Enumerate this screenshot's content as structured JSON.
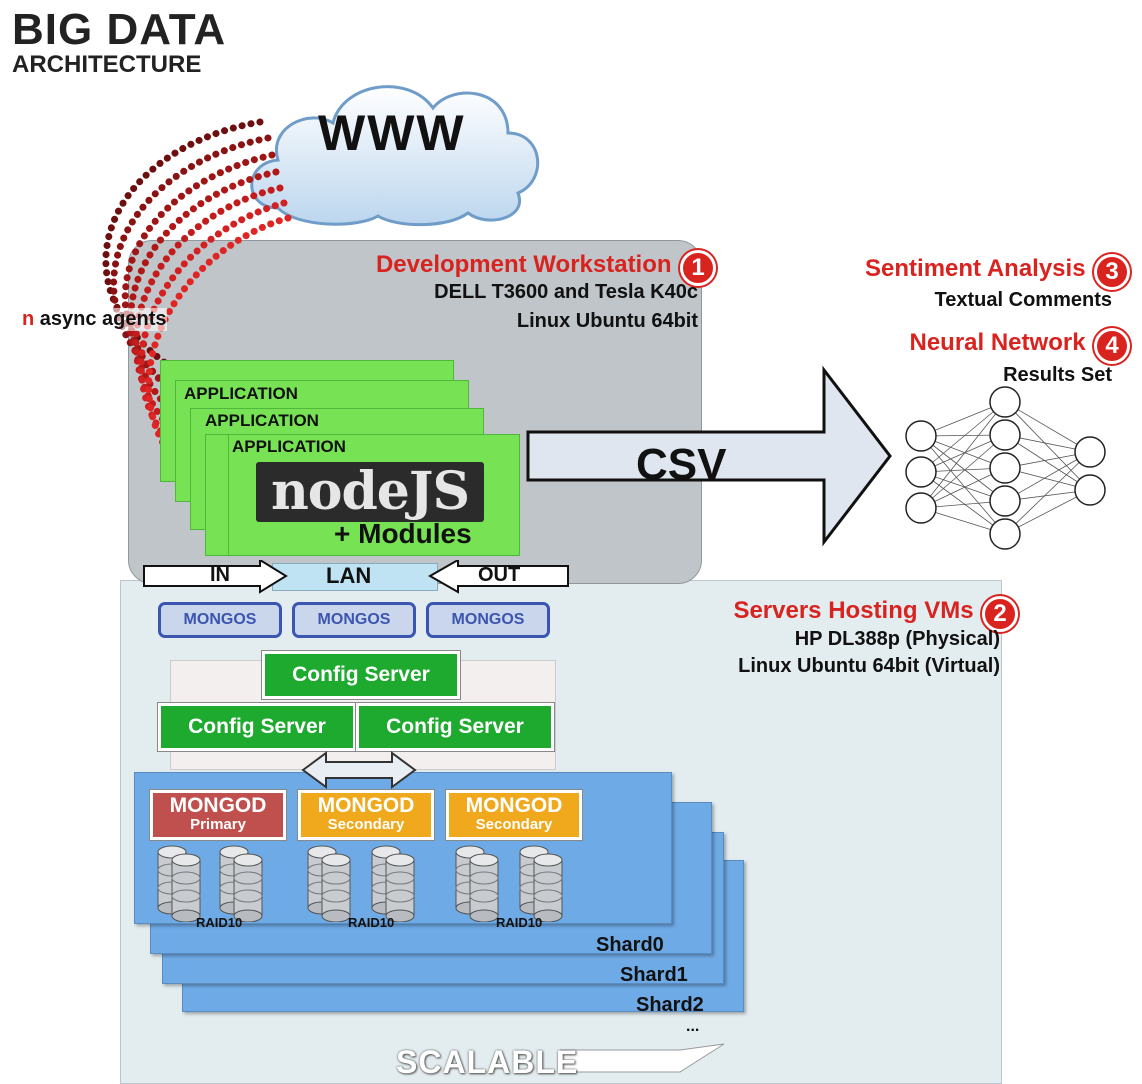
{
  "header": {
    "title": "BIG DATA",
    "subtitle": "ARCHITECTURE"
  },
  "cloud": {
    "label": "WWW"
  },
  "agents": {
    "prefix": "n",
    "label": "async agents"
  },
  "workstation": {
    "title": "Development Workstation",
    "number": "1",
    "line1": "DELL T3600 and Tesla K40c",
    "line2": "Linux Ubuntu 64bit"
  },
  "apps": {
    "label": "APPLICATION",
    "logo": "nodeJS",
    "modules": "+ Modules"
  },
  "csv": {
    "label": "CSV"
  },
  "sentiment": {
    "title": "Sentiment Analysis",
    "number": "3",
    "line1": "Textual Comments"
  },
  "neural": {
    "title": "Neural Network",
    "number": "4",
    "line1": "Results Set"
  },
  "lan": {
    "in": "IN",
    "lan": "LAN",
    "out": "OUT"
  },
  "mongos": [
    "MONGOS",
    "MONGOS",
    "MONGOS"
  ],
  "servers": {
    "title": "Servers Hosting VMs",
    "number": "2",
    "line1": "HP DL388p (Physical)",
    "line2": "Linux Ubuntu 64bit (Virtual)"
  },
  "config": [
    "Config Server",
    "Config Server",
    "Config Server"
  ],
  "mongod": [
    {
      "title": "MONGOD",
      "role": "Primary",
      "color": "#c0504d"
    },
    {
      "title": "MONGOD",
      "role": "Secondary",
      "color": "#f0a81c"
    },
    {
      "title": "MONGOD",
      "role": "Secondary",
      "color": "#f0a81c"
    }
  ],
  "raid": [
    "RAID10",
    "RAID10",
    "RAID10"
  ],
  "shards": [
    "Shard0",
    "Shard1",
    "Shard2",
    "..."
  ],
  "scalable": {
    "label": "SCALABLE"
  }
}
